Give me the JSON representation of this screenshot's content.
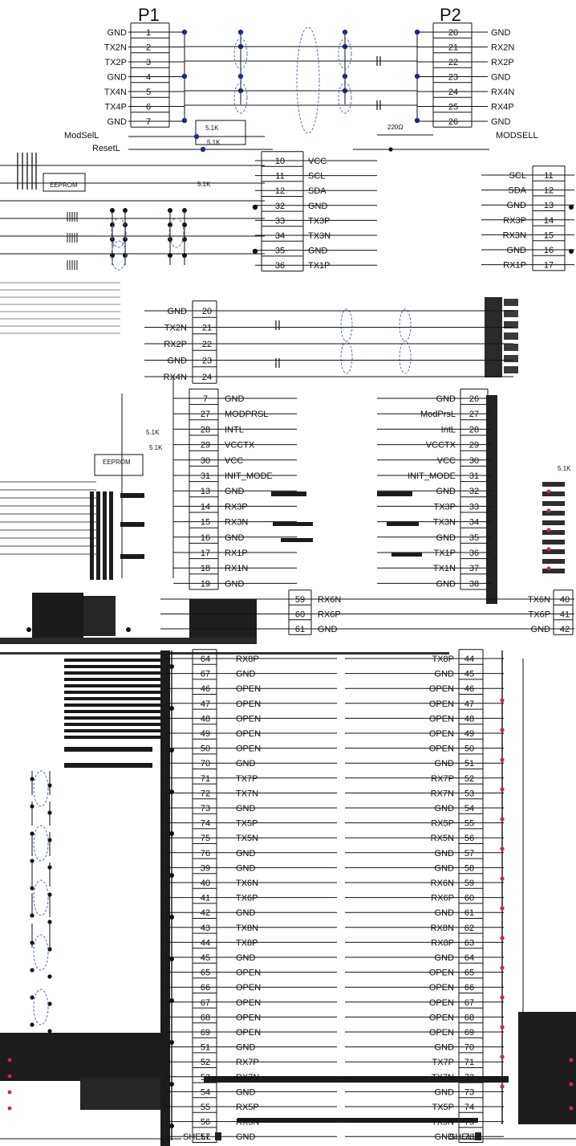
{
  "title_left": "P1",
  "title_right": "P2",
  "colors": {
    "wire": "#111111",
    "node": "#1a2f8a",
    "ring": "#5570c0",
    "accent": "#c8245a",
    "dark": "#1b1b1b"
  },
  "top_left_rows": [
    {
      "num": "1",
      "label": "GND"
    },
    {
      "num": "2",
      "label": "TX2N"
    },
    {
      "num": "3",
      "label": "TX2P"
    },
    {
      "num": "4",
      "label": "GND"
    },
    {
      "num": "5",
      "label": "TX4N"
    },
    {
      "num": "6",
      "label": "TX4P"
    },
    {
      "num": "7",
      "label": "GND"
    }
  ],
  "top_right_rows": [
    {
      "num": "20",
      "label": "GND"
    },
    {
      "num": "21",
      "label": "RX2N"
    },
    {
      "num": "22",
      "label": "RX2P"
    },
    {
      "num": "23",
      "label": "GND"
    },
    {
      "num": "24",
      "label": "RX4N"
    },
    {
      "num": "25",
      "label": "RX4P"
    },
    {
      "num": "26",
      "label": "GND"
    }
  ],
  "block2_left_rows": [
    {
      "num": "10",
      "label": "VCC"
    },
    {
      "num": "11",
      "label": "SCL"
    },
    {
      "num": "12",
      "label": "SDA"
    },
    {
      "num": "32",
      "label": "GND"
    },
    {
      "num": "33",
      "label": "TX3P"
    },
    {
      "num": "34",
      "label": "TX3N"
    },
    {
      "num": "35",
      "label": "GND"
    },
    {
      "num": "36",
      "label": "TX1P"
    }
  ],
  "block2_right_rows": [
    {
      "num": "11",
      "label": "SCL"
    },
    {
      "num": "12",
      "label": "SDA"
    },
    {
      "num": "13",
      "label": "GND"
    },
    {
      "num": "14",
      "label": "RX3P"
    },
    {
      "num": "15",
      "label": "RX3N"
    },
    {
      "num": "16",
      "label": "GND"
    },
    {
      "num": "17",
      "label": "RX1P"
    }
  ],
  "block3_rows": [
    {
      "num": "20",
      "label": "GND"
    },
    {
      "num": "21",
      "label": "TX2N"
    },
    {
      "num": "22",
      "label": "RX2P"
    },
    {
      "num": "23",
      "label": "GND"
    },
    {
      "num": "24",
      "label": "RX4N"
    }
  ],
  "block4_left_rows": [
    {
      "num": "7",
      "label": "GND"
    },
    {
      "num": "27",
      "label": "MODPRSL"
    },
    {
      "num": "28",
      "label": "INTL"
    },
    {
      "num": "29",
      "label": "VCCTX"
    },
    {
      "num": "30",
      "label": "VCC"
    },
    {
      "num": "31",
      "label": "INIT_MODE"
    },
    {
      "num": "13",
      "label": "GND"
    },
    {
      "num": "14",
      "label": "RX3P"
    },
    {
      "num": "15",
      "label": "RX3N"
    },
    {
      "num": "16",
      "label": "GND"
    },
    {
      "num": "17",
      "label": "RX1P"
    },
    {
      "num": "18",
      "label": "RX1N"
    },
    {
      "num": "19",
      "label": "GND"
    }
  ],
  "block4_right_rows": [
    {
      "num": "26",
      "label": "GND"
    },
    {
      "num": "27",
      "label": "ModPrsL"
    },
    {
      "num": "28",
      "label": "IntL"
    },
    {
      "num": "29",
      "label": "VCCTX"
    },
    {
      "num": "30",
      "label": "VCC"
    },
    {
      "num": "31",
      "label": "INIT_MODE"
    },
    {
      "num": "32",
      "label": "GND"
    },
    {
      "num": "33",
      "label": "TX3P"
    },
    {
      "num": "34",
      "label": "TX3N"
    },
    {
      "num": "35",
      "label": "GND"
    },
    {
      "num": "36",
      "label": "TX1P"
    },
    {
      "num": "37",
      "label": "TX1N"
    },
    {
      "num": "38",
      "label": "GND"
    }
  ],
  "block5_left_rows": [
    {
      "num": "59",
      "label": "RX6N"
    },
    {
      "num": "60",
      "label": "RX6P"
    },
    {
      "num": "61",
      "label": "GND"
    }
  ],
  "block5_right_rows": [
    {
      "num": "40",
      "label": "TX6N"
    },
    {
      "num": "41",
      "label": "TX6P"
    },
    {
      "num": "42",
      "label": "GND"
    }
  ],
  "main_left_rows": [
    {
      "num": "64",
      "label": "RX8P"
    },
    {
      "num": "67",
      "label": "GND"
    },
    {
      "num": "46",
      "label": "OPEN"
    },
    {
      "num": "47",
      "label": "OPEN"
    },
    {
      "num": "48",
      "label": "OPEN"
    },
    {
      "num": "49",
      "label": "OPEN"
    },
    {
      "num": "50",
      "label": "OPEN"
    },
    {
      "num": "70",
      "label": "GND"
    },
    {
      "num": "71",
      "label": "TX7P"
    },
    {
      "num": "72",
      "label": "TX7N"
    },
    {
      "num": "73",
      "label": "GND"
    },
    {
      "num": "74",
      "label": "TX5P"
    },
    {
      "num": "75",
      "label": "TX5N"
    },
    {
      "num": "76",
      "label": "GND"
    },
    {
      "num": "39",
      "label": "GND"
    },
    {
      "num": "40",
      "label": "TX6N"
    },
    {
      "num": "41",
      "label": "TX6P"
    },
    {
      "num": "42",
      "label": "GND"
    },
    {
      "num": "43",
      "label": "TX8N"
    },
    {
      "num": "44",
      "label": "TX8P"
    },
    {
      "num": "45",
      "label": "GND"
    },
    {
      "num": "65",
      "label": "OPEN"
    },
    {
      "num": "66",
      "label": "OPEN"
    },
    {
      "num": "67",
      "label": "OPEN"
    },
    {
      "num": "68",
      "label": "OPEN"
    },
    {
      "num": "69",
      "label": "OPEN"
    },
    {
      "num": "51",
      "label": "GND"
    },
    {
      "num": "52",
      "label": "RX7P"
    },
    {
      "num": "53",
      "label": "RX7N"
    },
    {
      "num": "54",
      "label": "GND"
    },
    {
      "num": "55",
      "label": "RX5P"
    },
    {
      "num": "56",
      "label": "RX5N"
    },
    {
      "num": "57",
      "label": "GND"
    }
  ],
  "main_right_rows": [
    {
      "num": "44",
      "label": "TX8P"
    },
    {
      "num": "45",
      "label": "GND"
    },
    {
      "num": "46",
      "label": "OPEN"
    },
    {
      "num": "47",
      "label": "OPEN"
    },
    {
      "num": "48",
      "label": "OPEN"
    },
    {
      "num": "49",
      "label": "OPEN"
    },
    {
      "num": "50",
      "label": "OPEN"
    },
    {
      "num": "51",
      "label": "GND"
    },
    {
      "num": "52",
      "label": "RX7P"
    },
    {
      "num": "53",
      "label": "RX7N"
    },
    {
      "num": "54",
      "label": "GND"
    },
    {
      "num": "55",
      "label": "RX5P"
    },
    {
      "num": "56",
      "label": "RX5N"
    },
    {
      "num": "57",
      "label": "GND"
    },
    {
      "num": "58",
      "label": "GND"
    },
    {
      "num": "59",
      "label": "RX6N"
    },
    {
      "num": "60",
      "label": "RX6P"
    },
    {
      "num": "61",
      "label": "GND"
    },
    {
      "num": "62",
      "label": "RX8N"
    },
    {
      "num": "63",
      "label": "RX8P"
    },
    {
      "num": "64",
      "label": "GND"
    },
    {
      "num": "65",
      "label": "OPEN"
    },
    {
      "num": "66",
      "label": "OPEN"
    },
    {
      "num": "67",
      "label": "OPEN"
    },
    {
      "num": "68",
      "label": "OPEN"
    },
    {
      "num": "69",
      "label": "OPEN"
    },
    {
      "num": "70",
      "label": "GND"
    },
    {
      "num": "71",
      "label": "TX7P"
    },
    {
      "num": "72",
      "label": "TX7N"
    },
    {
      "num": "73",
      "label": "GND"
    },
    {
      "num": "74",
      "label": "TX5P"
    },
    {
      "num": "75",
      "label": "TX5N"
    },
    {
      "num": "76",
      "label": "GND"
    }
  ],
  "shell_left": "SHELL",
  "shell_right": "SHELL",
  "eeprom_label_1": "EEPROM",
  "eeprom_label_2": "EEPROM",
  "resistor_labels": [
    "5.1K",
    "5.1K",
    "5.1K",
    "5.1K",
    "5.1K",
    "5.1K",
    "220Ω"
  ],
  "modsel_label": "ModSelL",
  "reset_label": "ResetL",
  "modsel_right_label": "MODSELL"
}
